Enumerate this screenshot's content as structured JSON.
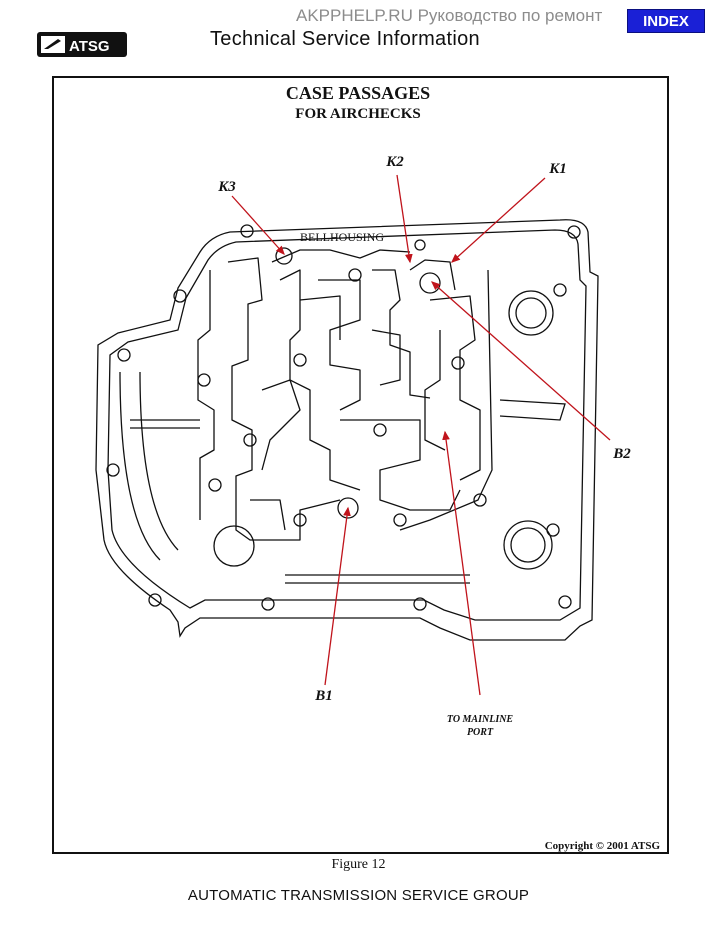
{
  "header": {
    "watermark": "AKPPHELP.RU Руководство по ремонт",
    "index_button": "INDEX",
    "logo_text": "ATSG",
    "title": "Technical Service Information"
  },
  "figure": {
    "title_line1": "CASE PASSAGES",
    "title_line2": "FOR AIRCHECKS",
    "labels": {
      "k1": "K1",
      "k2": "K2",
      "k3": "K3",
      "b1": "B1",
      "b2": "B2",
      "bellhousing": "BELLHOUSING",
      "to_mainline_1": "TO MAINLINE",
      "to_mainline_2": "PORT"
    },
    "copyright": "Copyright © 2001 ATSG",
    "caption": "Figure 12"
  },
  "footer": {
    "text": "AUTOMATIC TRANSMISSION SERVICE GROUP"
  },
  "colors": {
    "pointer": "#c0141c",
    "index_bg": "#1a20d6"
  }
}
